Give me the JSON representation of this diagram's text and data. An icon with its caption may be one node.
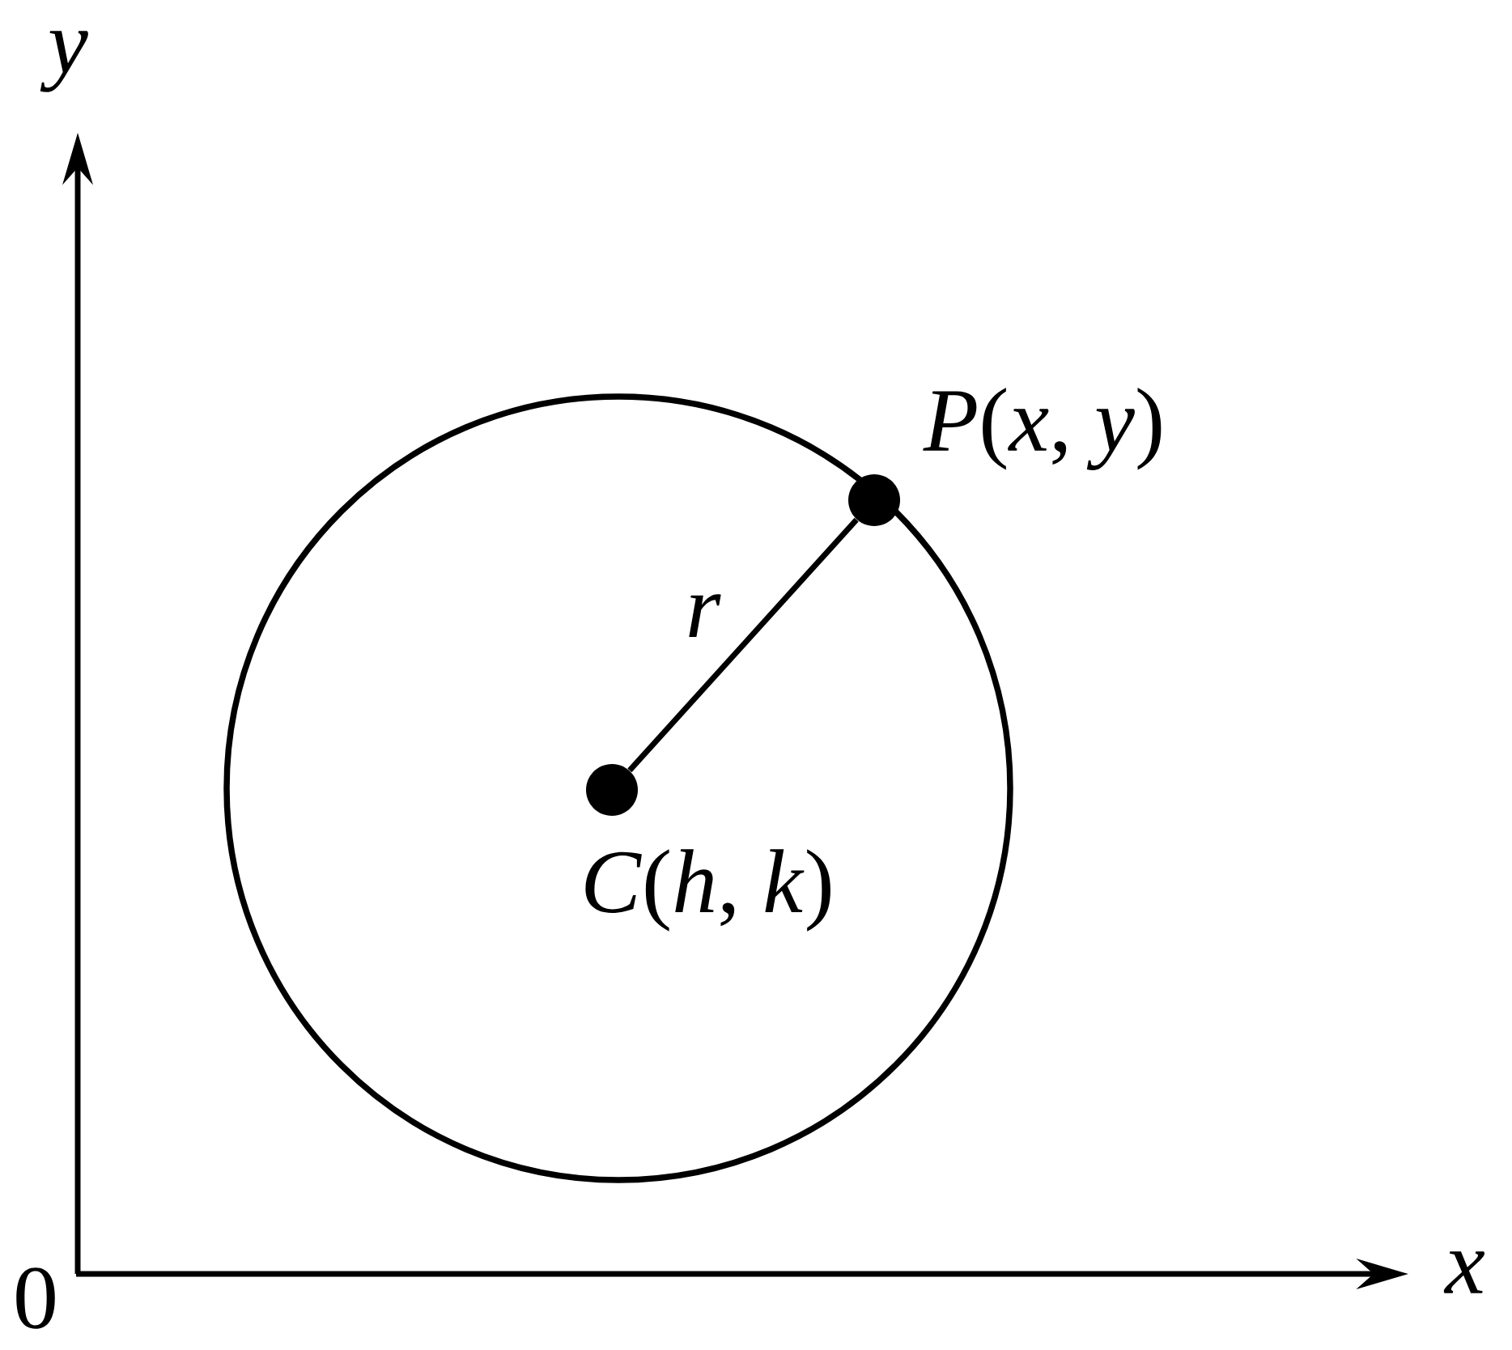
{
  "diagram": {
    "nodes": [
      {
        "text": [],
        "shape": "circle",
        "beside": [
          "*C*(*h*, *k*)"
        ]
      },
      {
        "text": [],
        "shape": "circle",
        "beside": [
          "*P*(*x*, *y*)"
        ]
      }
    ],
    "edges": [
      {
        "from": 0,
        "to": 1,
        "arrow": "none",
        "label": "*r*"
      }
    ],
    "labels": [
      "*y*",
      "*x*",
      "0"
    ]
  }
}
